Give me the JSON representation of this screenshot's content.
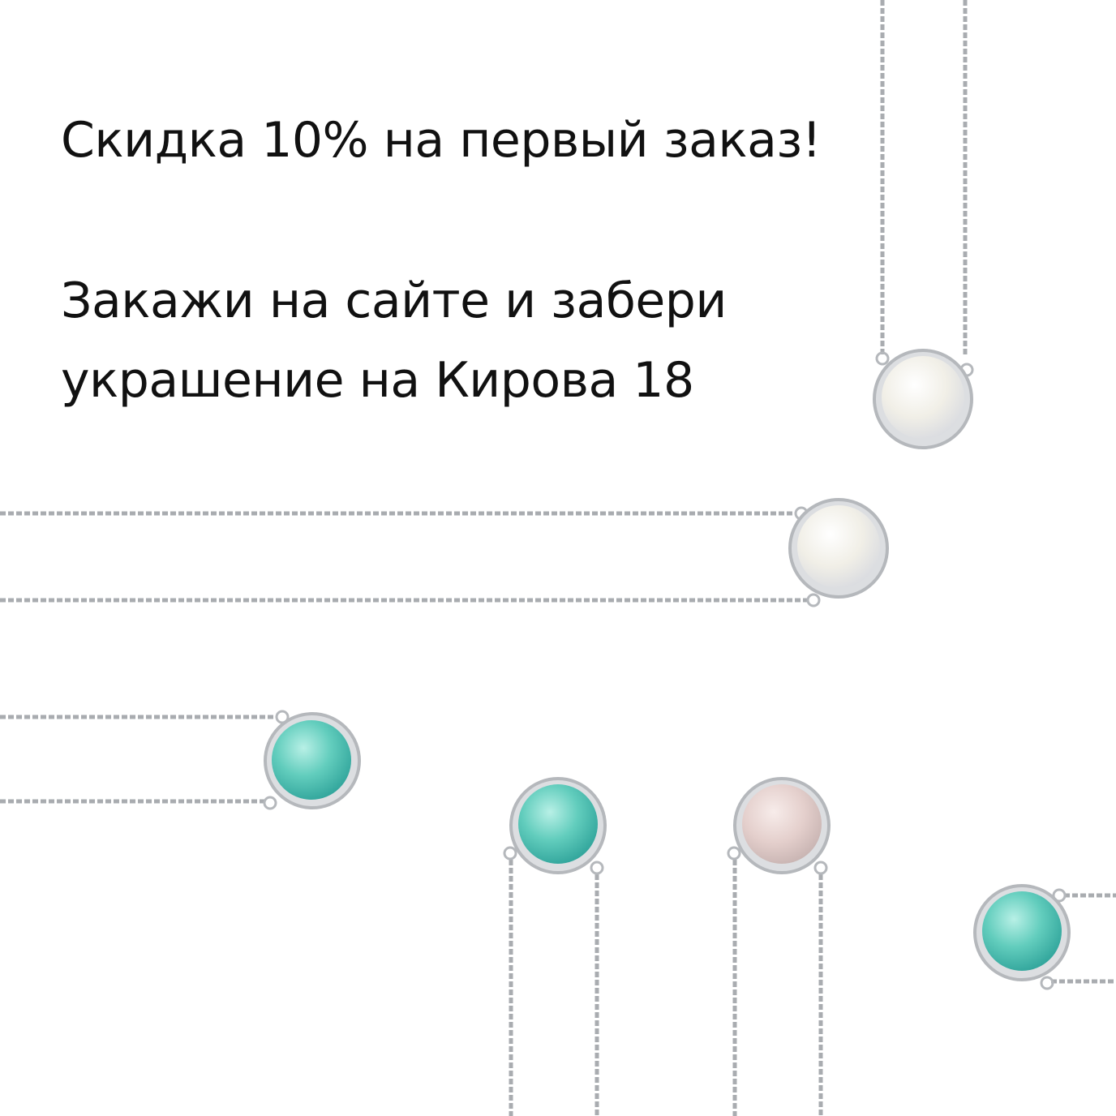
{
  "promo": {
    "discount_line": "Скидка 10% на первый заказ!",
    "pickup_line_1": "Закажи на сайте и забери",
    "pickup_line_2": "украшение на Кирова 18"
  },
  "colors": {
    "background": "#ffffff",
    "text": "#111111",
    "chain": "#a9acb0",
    "setting": "#c9ccd0",
    "moonstone": "#f3f1ea",
    "chalcedony": "#6fd1c2",
    "rose_quartz": "#e8d3d0"
  },
  "products": [
    {
      "name": "moonstone-pendant-vertical",
      "stone": "moonstone"
    },
    {
      "name": "moonstone-pendant-horizontal",
      "stone": "moonstone"
    },
    {
      "name": "chalcedony-pendant-left",
      "stone": "chalcedony"
    },
    {
      "name": "chalcedony-pendant-center",
      "stone": "chalcedony"
    },
    {
      "name": "rose-quartz-pendant",
      "stone": "rose_quartz"
    },
    {
      "name": "chalcedony-pendant-right",
      "stone": "chalcedony"
    }
  ]
}
